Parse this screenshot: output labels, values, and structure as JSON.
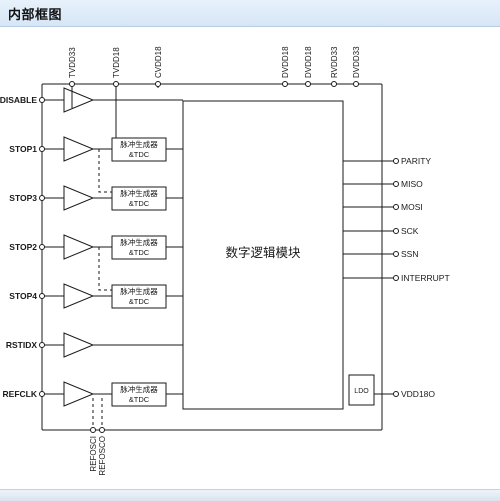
{
  "header": {
    "title": "内部框图"
  },
  "colors": {
    "line": "#1a1a1a",
    "header_bg": "#dce9f7"
  },
  "diagram": {
    "top_pins": {
      "tvdd33": "TVDD33",
      "tvdd18": "TVDD18",
      "cvdd18": "CVDD18",
      "dvdd18_a": "DVDD18",
      "dvdd18_b": "DVDD18",
      "rvdd33": "RVDD33",
      "dvdd33": "DVDD33"
    },
    "left_pins": {
      "disable": "DISABLE",
      "stop1": "STOP1",
      "stop3": "STOP3",
      "stop2": "STOP2",
      "stop4": "STOP4",
      "rstidx": "RSTIDX",
      "refclk": "REFCLK"
    },
    "right_pins": {
      "parity": "PARITY",
      "miso": "MISO",
      "mosi": "MOSI",
      "sck": "SCK",
      "ssn": "SSN",
      "interrupt": "INTERRUPT",
      "vdd18o": "VDD18O"
    },
    "bottom_pins": {
      "refosci": "REFOSCI",
      "refosco": "REFOSCO"
    },
    "pulse_block": {
      "line1": "脉冲生成器",
      "line2": "&TDC"
    },
    "digital_block": "数字逻辑模块",
    "ldo": "LDO"
  }
}
